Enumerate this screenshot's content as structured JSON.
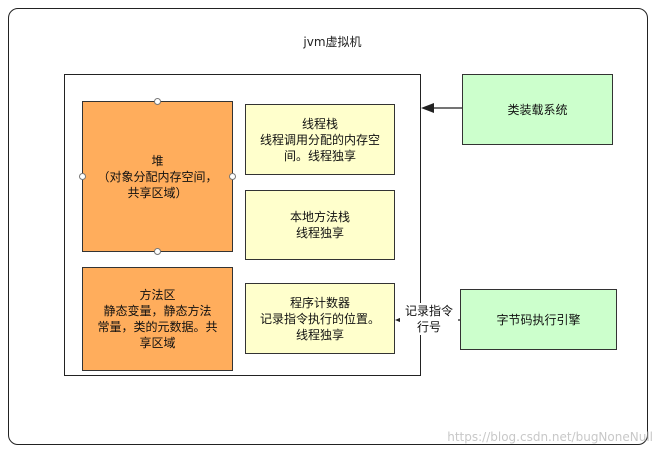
{
  "diagram": {
    "title": "jvm虚拟机",
    "heap": "堆\n（对象分配内存空间，\n共享区域）",
    "method_area": "方法区\n静态变量，静态方法\n常量，类的元数据。共\n享区域",
    "thread_stack": "线程栈\n线程调用分配的内存空\n间。线程独享",
    "native_stack": "本地方法栈\n线程独享",
    "program_counter": "程序计数器\n记录指令执行的位置。\n线程独享",
    "class_loader": "类装载系统",
    "bytecode_engine": "字节码执行引擎",
    "edge_label": "记录指令\n行号",
    "watermark": "https://blog.csdn.net/bugNoneNull"
  },
  "colors": {
    "shared_area": "#ffad5c",
    "thread_private": "#ffffcc",
    "subsystem": "#ccffcc"
  }
}
